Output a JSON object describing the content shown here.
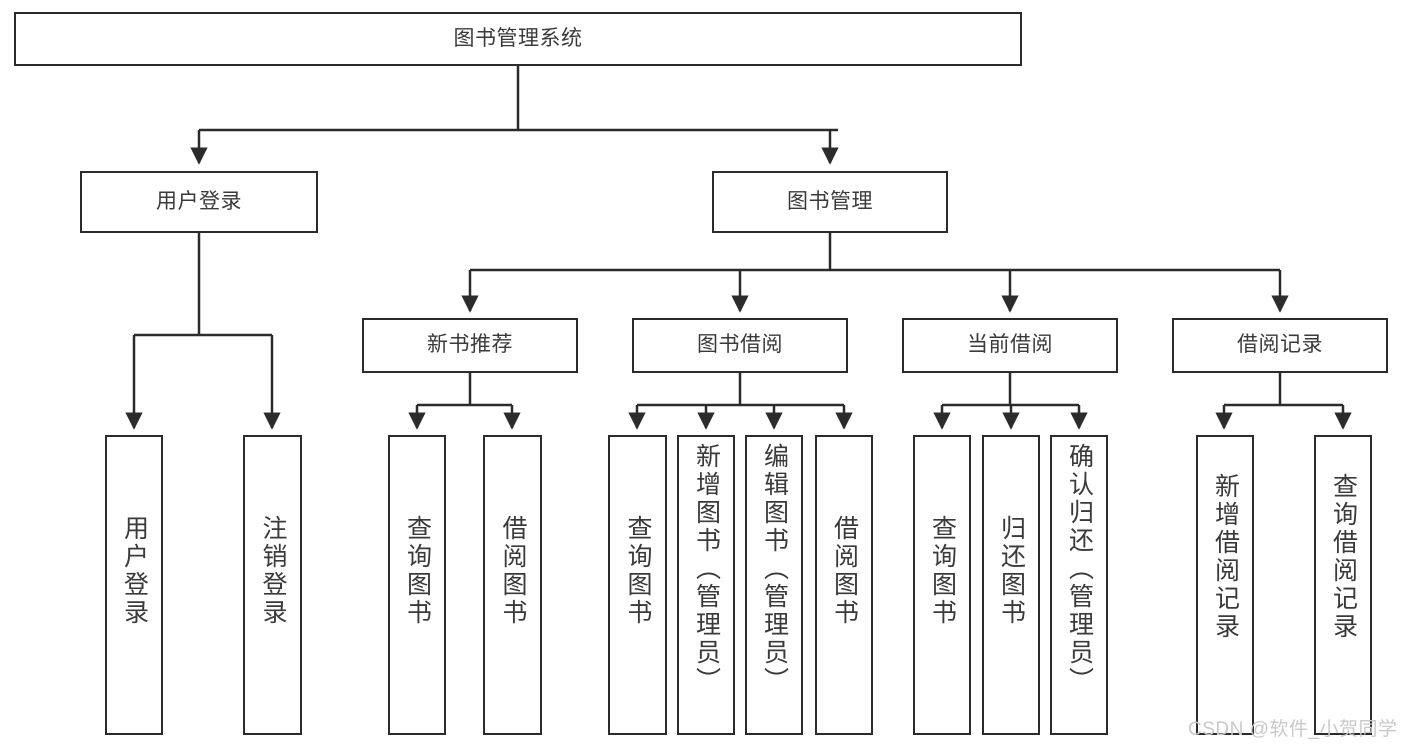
{
  "diagram": {
    "type": "tree",
    "title": "图书管理系统",
    "root": {
      "label": "图书管理系统"
    },
    "level2": [
      {
        "label": "用户登录"
      },
      {
        "label": "图书管理"
      }
    ],
    "level3": [
      {
        "label": "新书推荐",
        "parent": "图书管理"
      },
      {
        "label": "图书借阅",
        "parent": "图书管理"
      },
      {
        "label": "当前借阅",
        "parent": "图书管理"
      },
      {
        "label": "借阅记录",
        "parent": "图书管理"
      }
    ],
    "leaves": [
      {
        "label": "用户登录",
        "parent": "用户登录"
      },
      {
        "label": "注销登录",
        "parent": "用户登录"
      },
      {
        "label": "查询图书",
        "parent": "新书推荐"
      },
      {
        "label": "借阅图书",
        "parent": "新书推荐"
      },
      {
        "label": "查询图书",
        "parent": "图书借阅"
      },
      {
        "label": "新增图书（管理员）",
        "parent": "图书借阅"
      },
      {
        "label": "编辑图书（管理员）",
        "parent": "图书借阅"
      },
      {
        "label": "借阅图书",
        "parent": "图书借阅"
      },
      {
        "label": "查询图书",
        "parent": "当前借阅"
      },
      {
        "label": "归还图书",
        "parent": "当前借阅"
      },
      {
        "label": "确认归还（管理员）",
        "parent": "当前借阅"
      },
      {
        "label": "新增借阅记录",
        "parent": "借阅记录"
      },
      {
        "label": "查询借阅记录",
        "parent": "借阅记录"
      }
    ],
    "watermark": "CSDN @软件_小贺同学",
    "colors": {
      "stroke": "#2b2b2b",
      "text": "#3a3a3a",
      "background": "#ffffff",
      "watermark": "#c9c9c9"
    }
  }
}
